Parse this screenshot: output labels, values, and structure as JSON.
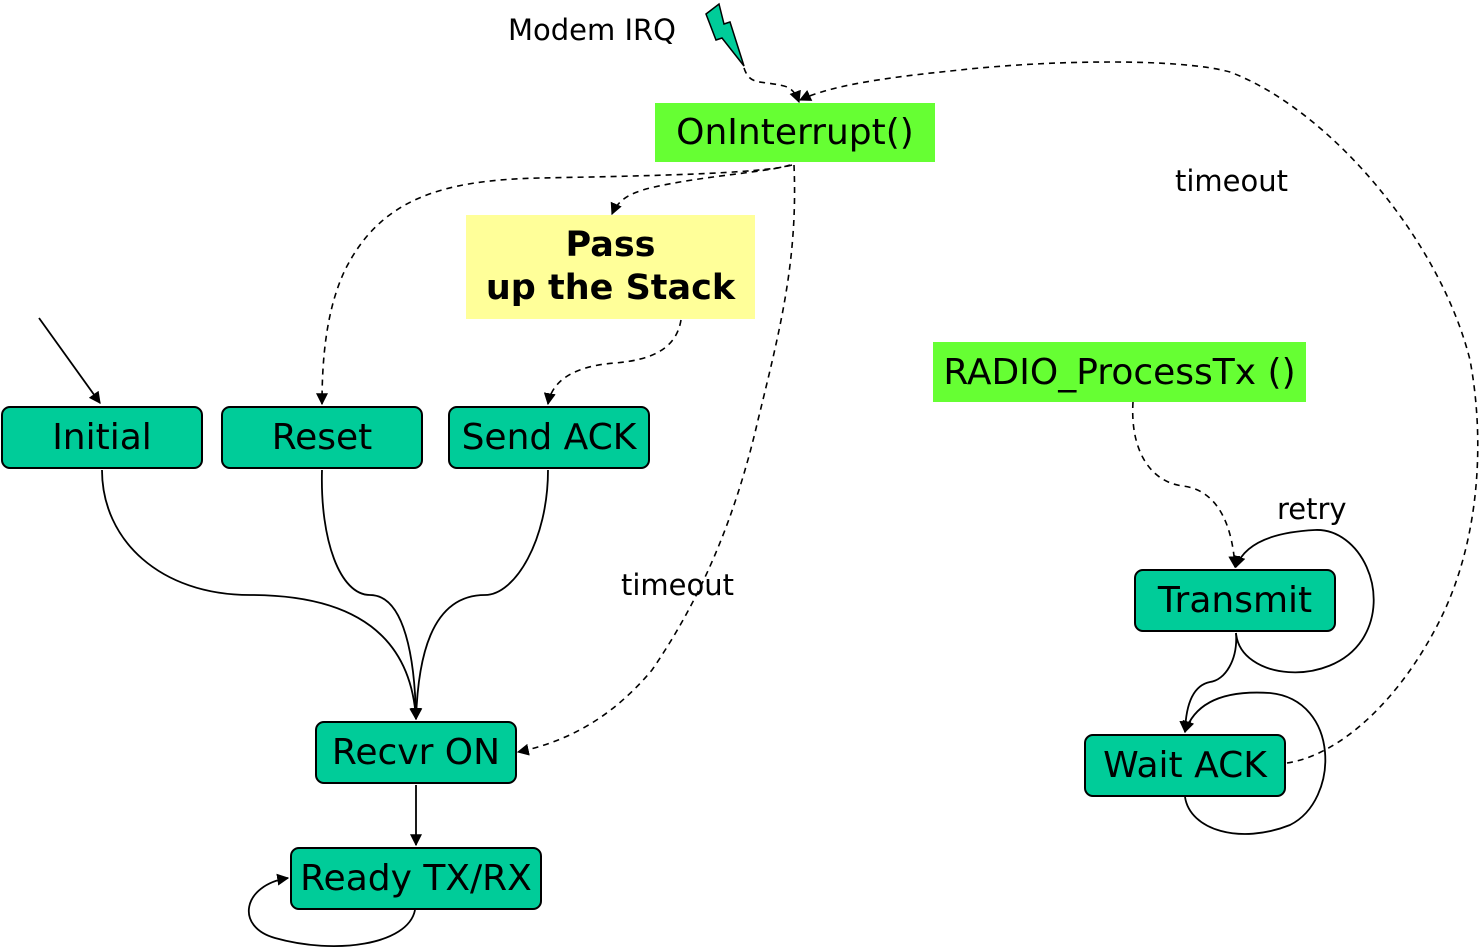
{
  "colors": {
    "state_fill": "#00CC99",
    "function_fill": "#66FF33",
    "stack_fill": "#FFFF99",
    "lightning": "#00CC99",
    "line": "#000000"
  },
  "icons": {
    "interrupt": "lightning-bolt-icon"
  },
  "irq_label": "Modem IRQ",
  "functions": {
    "on_interrupt": "OnInterrupt()",
    "process_tx": "RADIO_ProcessTx ()"
  },
  "stack_box": {
    "line1": "Pass",
    "line2": "up the Stack"
  },
  "states": {
    "initial": "Initial",
    "reset": "Reset",
    "send_ack": "Send ACK",
    "recvr_on": "Recvr ON",
    "ready": "Ready TX/RX",
    "transmit": "Transmit",
    "wait_ack": "Wait ACK"
  },
  "transitions": {
    "timeout_recv": "timeout",
    "timeout_wait": "timeout",
    "retry": "retry"
  }
}
